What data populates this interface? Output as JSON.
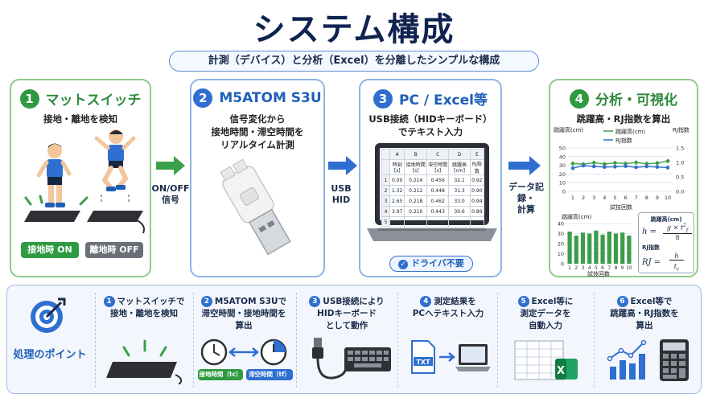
{
  "title": "システム構成",
  "subtitle": "計測（デバイス）と分析（Excel）を分離したシンプルな構成",
  "panels": [
    {
      "num": "1",
      "title": "マットスイッチ",
      "desc": "接地・離地を検知",
      "badge_on": "接地時 ON",
      "badge_off": "離地時 OFF"
    },
    {
      "num": "2",
      "title": "M5ATOM S3U",
      "desc": "信号変化から\n接地時間・滞空時間を\nリアルタイム計測"
    },
    {
      "num": "3",
      "title": "PC / Excel等",
      "desc": "USB接続（HIDキーボード）\nでテキスト入力",
      "badge": "ドライバ不要"
    },
    {
      "num": "4",
      "title": "分析・可視化",
      "desc": "跳躍高・RJ指数を算出"
    }
  ],
  "arrows": [
    "ON/OFF\n信号",
    "USB\nHID",
    "データ記録・\n計算"
  ],
  "spreadsheet": {
    "columns": [
      "A",
      "B",
      "C",
      "D",
      "E"
    ],
    "headers": [
      "時刻[s]",
      "接地時間[s]",
      "滞空時間[s]",
      "跳躍高[cm]",
      "RJ指数"
    ],
    "rows": [
      [
        "1",
        "0.00",
        "0.214",
        "0.456",
        "32.1",
        "0.92"
      ],
      [
        "2",
        "1.32",
        "0.212",
        "0.448",
        "31.3",
        "0.90"
      ],
      [
        "3",
        "2.65",
        "0.218",
        "0.462",
        "33.0",
        "0.94"
      ],
      [
        "4",
        "3.97",
        "0.210",
        "0.443",
        "30.6",
        "0.89"
      ],
      [
        "5",
        "...",
        "...",
        "...",
        "...",
        "..."
      ]
    ]
  },
  "chart_data": [
    {
      "type": "line",
      "x": [
        1,
        2,
        3,
        4,
        5,
        6,
        7,
        8,
        9,
        10
      ],
      "xticks": [
        "1",
        "2",
        "3",
        "4",
        "5",
        "6",
        "7",
        "8",
        "9",
        "10"
      ],
      "xlabel": "試技回数",
      "ylabel_left": "跳躍高(cm)",
      "ylabel_right": "RJ指数",
      "yticks_left": [
        "0",
        "10",
        "20",
        "30",
        "40",
        "50"
      ],
      "yticks_right": [
        "0.0",
        "0.5",
        "1.0",
        "1.5"
      ],
      "ylim_left": [
        0,
        50
      ],
      "ylim_right": [
        0,
        1.5
      ],
      "series": [
        {
          "name": "跳躍高(cm)",
          "axis": "left",
          "color": "#3c9c4a",
          "values": [
            32.1,
            31.3,
            33.0,
            31.5,
            32.8,
            32.0,
            33.2,
            31.8,
            32.5,
            35.0
          ]
        },
        {
          "name": "RJ指数",
          "axis": "right",
          "color": "#2f6fd0",
          "values": [
            0.8,
            0.89,
            0.86,
            0.84,
            0.85,
            0.87,
            0.83,
            0.86,
            0.84,
            0.82
          ]
        }
      ]
    },
    {
      "type": "bar",
      "ylabel": "跳躍高(cm)",
      "xlabel": "試技回数",
      "categories": [
        "1",
        "2",
        "3",
        "4",
        "5",
        "6",
        "7",
        "8",
        "9",
        "10"
      ],
      "yticks": [
        "0",
        "10",
        "20",
        "30",
        "40"
      ],
      "ylim": [
        0,
        40
      ],
      "values": [
        32,
        28,
        31,
        30,
        33,
        29,
        32,
        30,
        31,
        28
      ],
      "color": "#3c9c4a"
    }
  ],
  "formulas": {
    "label1": "跳躍高(cm)",
    "f1_lhs": "h =",
    "f1_num": "g × t",
    "f1_sub": "f",
    "f1_sup": "2",
    "f1_den": "8",
    "label2": "RJ指数",
    "f2_lhs": "RJ =",
    "f2_num": "h",
    "f2_den": "t",
    "f2_sub": "c"
  },
  "bottom": {
    "label": "処理のポイント",
    "steps": [
      {
        "num": "1",
        "text": "マットスイッチで\n接地・離地を検知"
      },
      {
        "num": "2",
        "text": "M5ATOM S3Uで\n滞空時間・接地時間を\n算出",
        "tag1": "接地時間（tc）",
        "tag2": "滞空時間（tf）"
      },
      {
        "num": "3",
        "text": "USB接続により\nHIDキーボード\nとして動作"
      },
      {
        "num": "4",
        "text": "測定結果を\nPCへテキスト入力",
        "file": "TXT"
      },
      {
        "num": "5",
        "text": "Excel等に\n測定データを\n自動入力"
      },
      {
        "num": "6",
        "text": "Excel等で\n跳躍高・RJ指数を\n算出"
      }
    ]
  },
  "colors": {
    "green": "#2f9a41",
    "blue": "#2f6fd0",
    "navy": "#0f2350"
  }
}
